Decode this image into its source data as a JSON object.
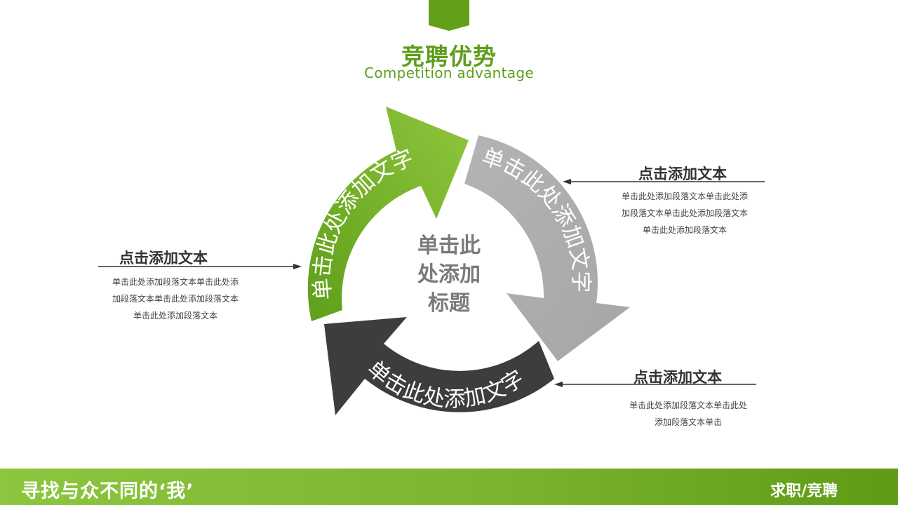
{
  "colors": {
    "accent_green": "#5e9e1c",
    "arc_green_light": "#8cc63f",
    "arc_green_dark": "#5f9f1a",
    "arc_gray": "#ababab",
    "arc_dark": "#3d3d3d",
    "footer_green": "#7bb42e"
  },
  "header": {
    "title": "竞聘优势",
    "subtitle": "Competition advantage"
  },
  "diagram": {
    "center_title_lines": [
      "单击此",
      "处添加",
      "标题"
    ],
    "arcs": [
      {
        "label": "单击此处添加文字",
        "color": "green"
      },
      {
        "label": "单击此处添加文字",
        "color": "gray"
      },
      {
        "label": "单击此处添加文字",
        "color": "dark"
      }
    ]
  },
  "callouts": {
    "left": {
      "title": "点击添加文本",
      "lines": [
        "单击此处添加段落文本单击此处添",
        "加段落文本单击此处添加段落文本",
        "单击此处添加段落文本"
      ]
    },
    "right_top": {
      "title": "点击添加文本",
      "lines": [
        "单击此处添加段落文本单击此处添",
        "加段落文本单击此处添加段落文本",
        "单击此处添加段落文本"
      ]
    },
    "right_bottom": {
      "title": "点击添加文本",
      "lines": [
        "单击此处添加段落文本单击此处",
        "添加段落文本单击"
      ]
    }
  },
  "footer": {
    "slogan": "寻找与众不同的‘我’",
    "right_text": "求职/竞聘"
  }
}
